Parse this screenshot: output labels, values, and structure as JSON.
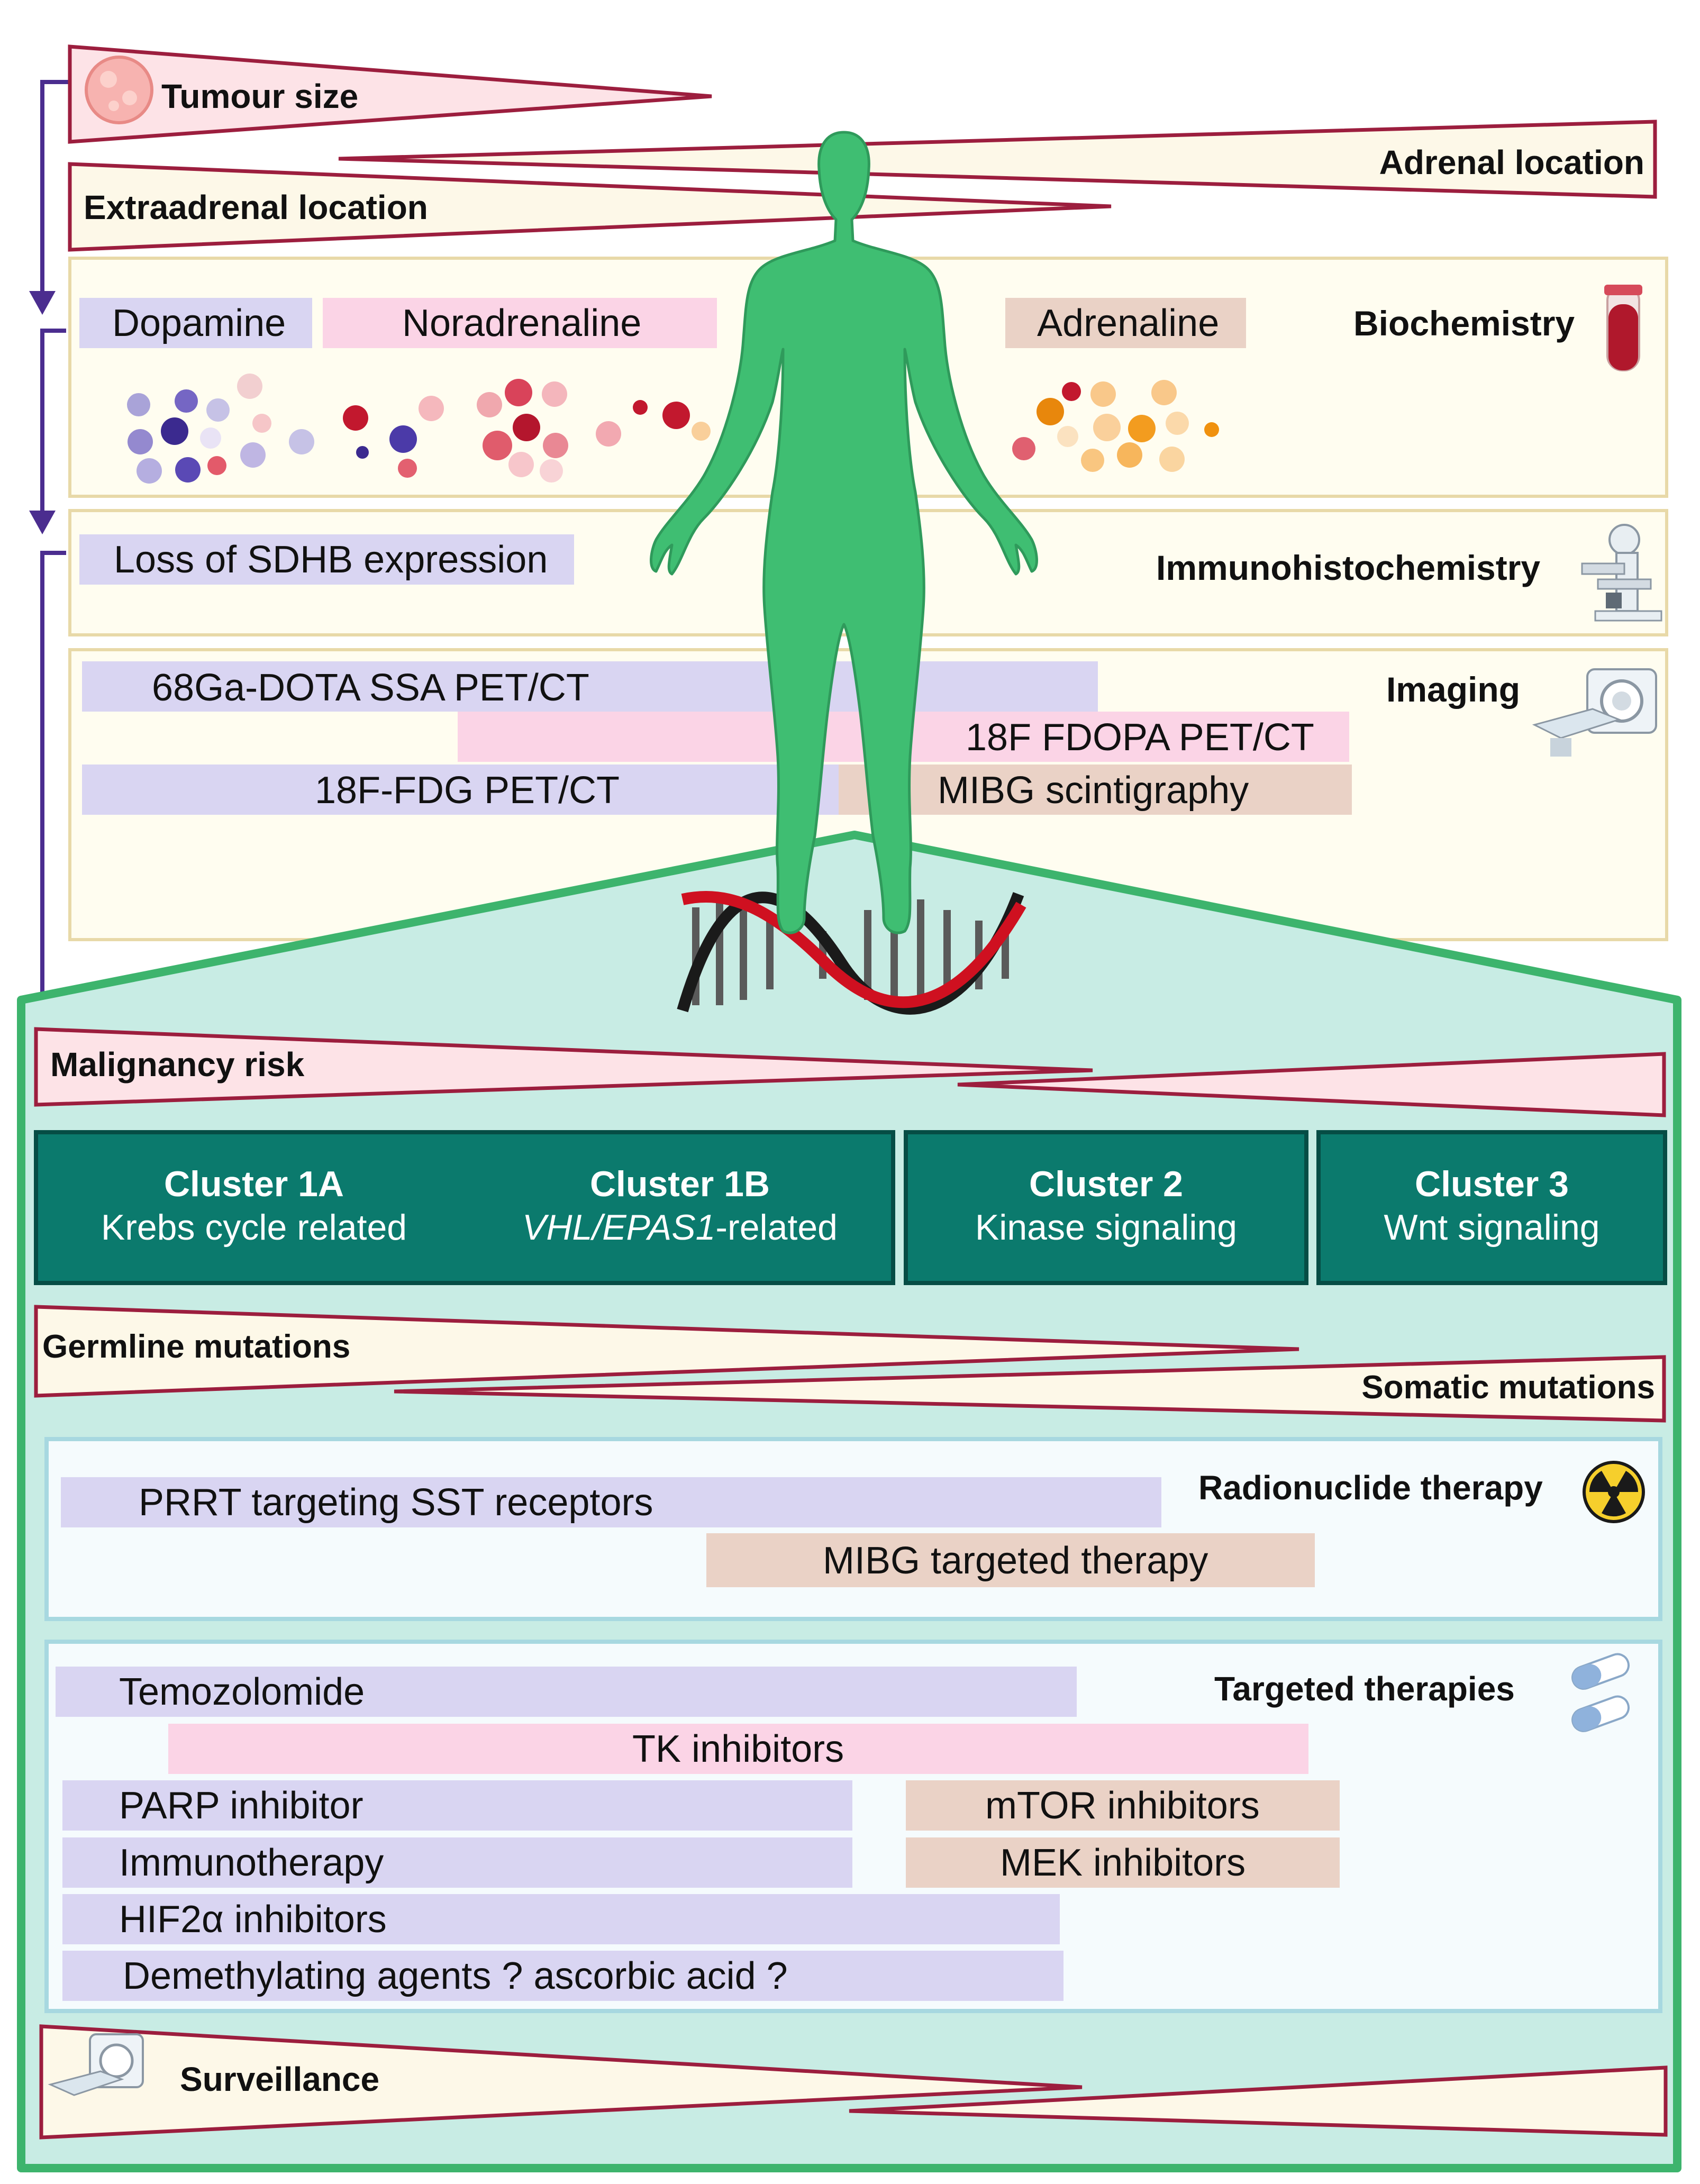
{
  "top": {
    "tumour_size": "Tumour size",
    "adrenal_location": "Adrenal location",
    "extraadrenal_location": "Extraadrenal location"
  },
  "biochemistry": {
    "title": "Biochemistry",
    "dopamine": "Dopamine",
    "noradrenaline": "Noradrenaline",
    "adrenaline": "Adrenaline"
  },
  "immunohistochemistry": {
    "title": "Immunohistochemistry",
    "sdhb": "Loss of SDHB expression"
  },
  "imaging": {
    "title": "Imaging",
    "ga_dota": "68Ga-DOTA SSA PET/CT",
    "fdopa": "18F FDOPA PET/CT",
    "fdg": "18F-FDG PET/CT",
    "mibg": "MIBG scintigraphy"
  },
  "malignancy_risk": "Malignancy risk",
  "clusters": [
    {
      "title": "Cluster 1A",
      "subtitle": "Krebs cycle related"
    },
    {
      "title": "Cluster 1B",
      "subtitle_italic": "VHL/EPAS1",
      "subtitle_rest": "-related"
    },
    {
      "title": "Cluster 2",
      "subtitle": "Kinase signaling"
    },
    {
      "title": "Cluster 3",
      "subtitle": "Wnt signaling"
    }
  ],
  "mutations": {
    "germline": "Germline mutations",
    "somatic": "Somatic mutations"
  },
  "radionuclide": {
    "title": "Radionuclide therapy",
    "prrt": "PRRT targeting SST receptors",
    "mibg": "MIBG targeted therapy"
  },
  "targeted": {
    "title": "Targeted therapies",
    "temozolomide": "Temozolomide",
    "tk": "TK inhibitors",
    "parp": "PARP inhibitor",
    "mtor": "mTOR inhibitors",
    "immuno": "Immunotherapy",
    "mek": "MEK inhibitors",
    "hif": "HIF2α inhibitors",
    "demethyl": "Demethylating agents ? ascorbic acid ?"
  },
  "surveillance": "Surveillance",
  "colors": {
    "purple_bar": "#d9d5f2",
    "pink_bar": "#fbd4e6",
    "tan_bar": "#ead2c6",
    "cluster_fill": "#0b7a6d",
    "teal_panel": "#c8ece4",
    "green_border": "#3db46d",
    "maroon": "#9c1e3e",
    "figure_green": "#3fbe72",
    "arrow_purple": "#4b2d8f"
  }
}
